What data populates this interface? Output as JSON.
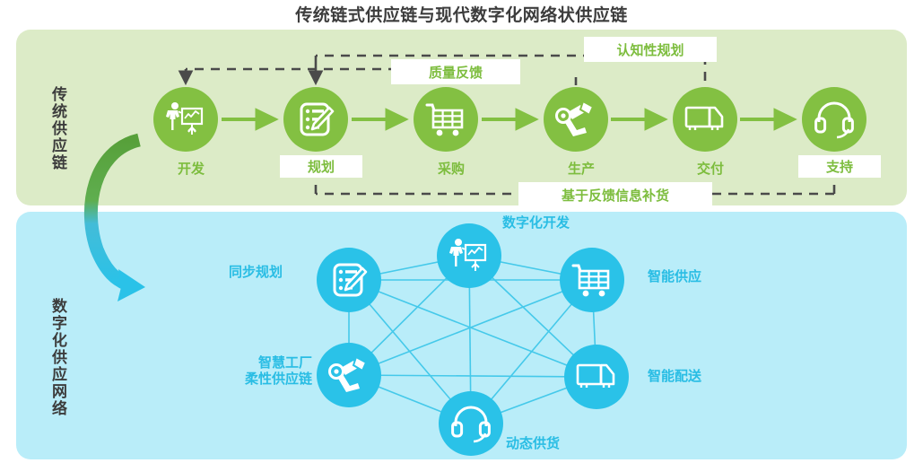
{
  "title": "传统链式供应链与现代数字化网络状供应链",
  "colors": {
    "green_node": "#83c042",
    "green_band": "#dcebc7",
    "green_text": "#7dbd3e",
    "blue_node": "#2ac2e8",
    "blue_band": "#b9edf9",
    "blue_text": "#29bde4",
    "dash_line": "#4a4a4a",
    "title_text": "#3c3c3c"
  },
  "traditional": {
    "side_label": "传统供应链",
    "nodes": [
      {
        "label": "开发",
        "icon": "presenter-chart-icon",
        "boxed": false
      },
      {
        "label": "规划",
        "icon": "clipboard-pencil-icon",
        "boxed": true
      },
      {
        "label": "采购",
        "icon": "shopping-cart-icon",
        "boxed": false
      },
      {
        "label": "生产",
        "icon": "robot-arm-icon",
        "boxed": false
      },
      {
        "label": "交付",
        "icon": "delivery-truck-icon",
        "boxed": false
      },
      {
        "label": "支持",
        "icon": "headset-icon",
        "boxed": true
      }
    ],
    "feedback_labels": [
      {
        "text": "质量反馈"
      },
      {
        "text": "认知性规划"
      },
      {
        "text": "基于反馈信息补货"
      }
    ]
  },
  "digital": {
    "side_label": "数字化供应网络",
    "nodes": [
      {
        "label": "数字化开发",
        "icon": "presenter-chart-icon"
      },
      {
        "label": "同步规划",
        "icon": "clipboard-pencil-icon"
      },
      {
        "label": "智能供应",
        "icon": "shopping-cart-icon"
      },
      {
        "label": "智慧工厂\n柔性供应链",
        "icon": "robot-arm-icon",
        "line1": "智慧工厂",
        "line2": "柔性供应链"
      },
      {
        "label": "智能配送",
        "icon": "delivery-truck-icon"
      },
      {
        "label": "动态供货",
        "icon": "headset-icon"
      }
    ]
  },
  "transition_arrow": {
    "name": "green-to-blue-curved-arrow",
    "from": "传统供应链",
    "to": "数字化供应网络"
  }
}
